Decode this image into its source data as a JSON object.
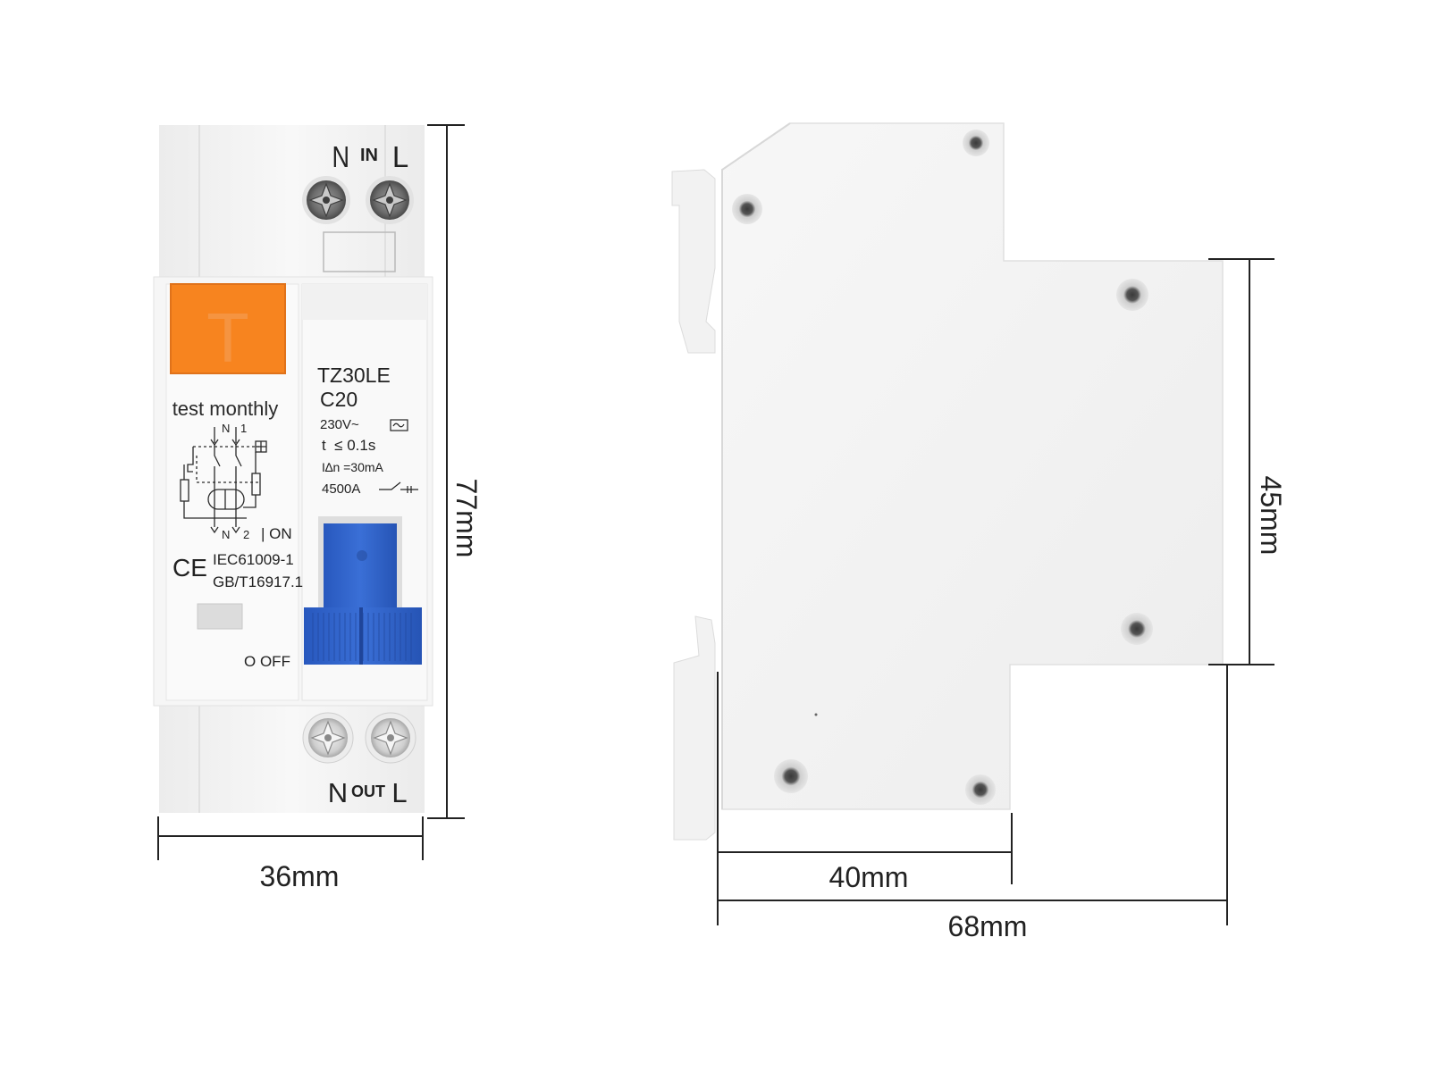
{
  "front_view": {
    "input_terminals": {
      "neutral": "N",
      "label": "IN",
      "line": "L"
    },
    "output_terminals": {
      "neutral": "N",
      "label": "OUT",
      "line": "L"
    },
    "test_button_letter": "T",
    "test_label": "test monthly",
    "model": "TZ30LE",
    "rating": "C20",
    "voltage": "230V~",
    "trip_time": "t  ≤ 0.1s",
    "residual_current": "I∆n =30mA",
    "breaking_capacity": "4500A",
    "schematic_labels": {
      "top_n": "N",
      "top_1": "1",
      "bottom_n": "N",
      "bottom_2": "2"
    },
    "on_label": "| ON",
    "off_label": "O OFF",
    "ce_mark": "CE",
    "standard_1": "IEC61009-1",
    "standard_2": "GB/T16917.1",
    "colors": {
      "test_button": "#f7841f",
      "handle": "#2f63c9",
      "body": "#f4f4f4"
    }
  },
  "dimensions": {
    "front_width": "36mm",
    "front_height": "77mm",
    "side_front_depth": "40mm",
    "side_total_depth": "68mm",
    "side_height": "45mm"
  }
}
